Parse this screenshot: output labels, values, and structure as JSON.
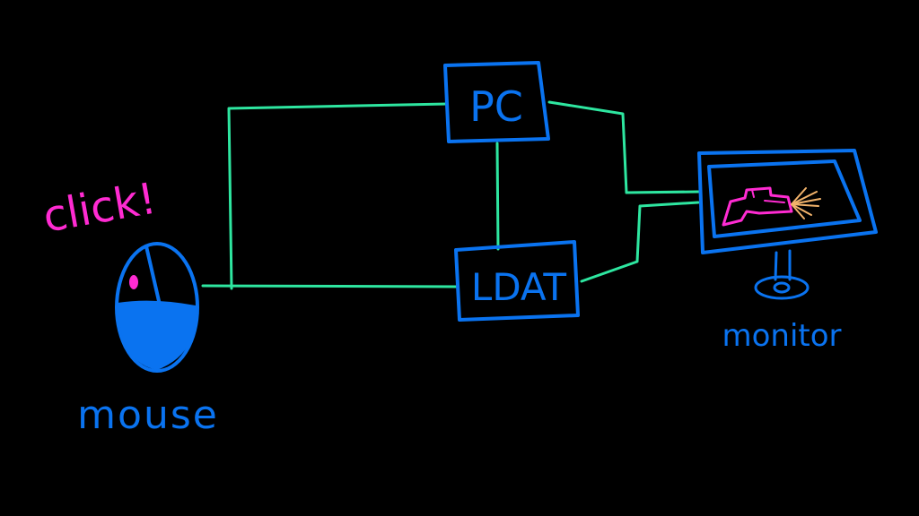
{
  "diagram": {
    "colors": {
      "background": "#000000",
      "blue": "#0a73f0",
      "green": "#2ee6a0",
      "magenta": "#ff2bd2",
      "orange": "#f2b36b"
    },
    "labels": {
      "pc": "PC",
      "ldat": "LDAT",
      "mouse": "mouse",
      "monitor": "monitor",
      "click": "click!"
    },
    "icons": {
      "mouse": "mouse-icon",
      "monitor": "monitor-icon",
      "gun": "gun-icon"
    }
  }
}
